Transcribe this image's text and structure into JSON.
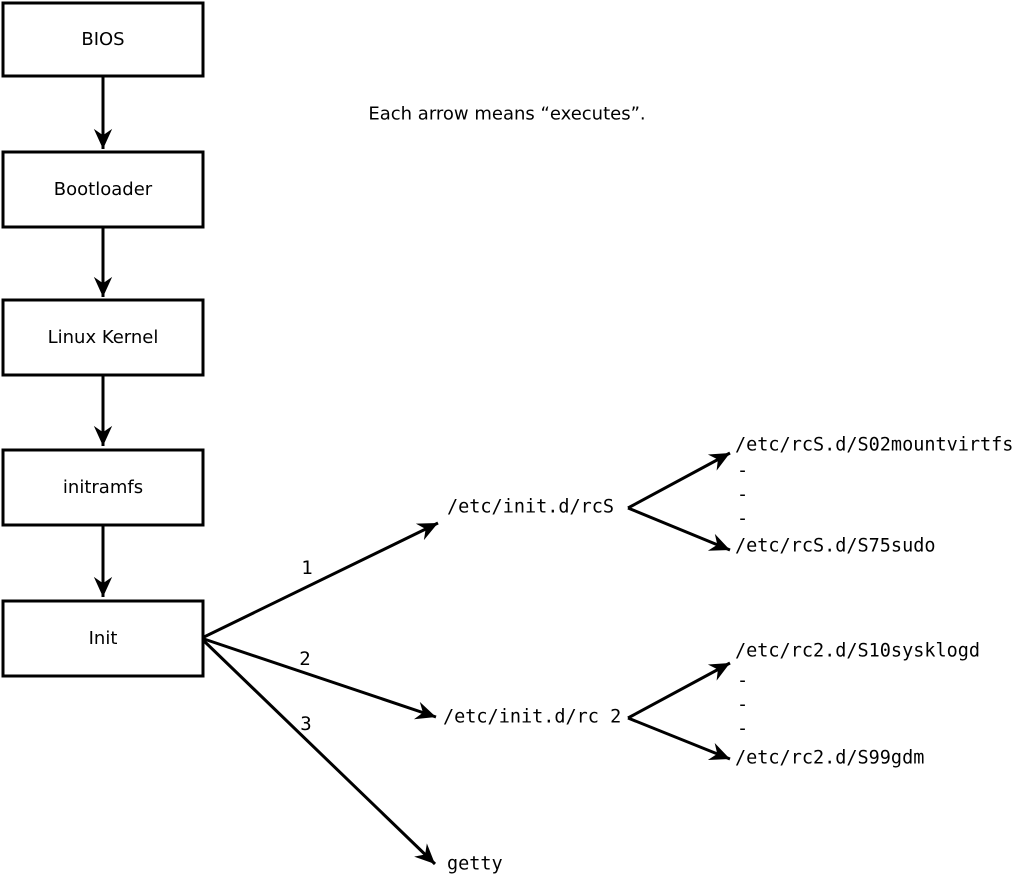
{
  "caption": "Each arrow means “executes”.",
  "colors": {
    "line": "#000000",
    "background": "#ffffff",
    "box_fill": "#ffffff"
  },
  "chain": [
    {
      "label": "BIOS"
    },
    {
      "label": "Bootloader"
    },
    {
      "label": "Linux Kernel"
    },
    {
      "label": "initramfs"
    },
    {
      "label": "Init"
    }
  ],
  "arrow_meaning": "executes",
  "branches": [
    {
      "number": "1",
      "target": "/etc/init.d/rcS",
      "children": [
        "/etc/rcS.d/S02mountvirtfs",
        "-",
        "-",
        "-",
        "/etc/rcS.d/S75sudo"
      ]
    },
    {
      "number": "2",
      "target": "/etc/init.d/rc 2",
      "children": [
        "/etc/rc2.d/S10sysklogd",
        "-",
        "-",
        "-",
        "/etc/rc2.d/S99gdm"
      ]
    },
    {
      "number": "3",
      "target": "getty",
      "children": []
    }
  ]
}
